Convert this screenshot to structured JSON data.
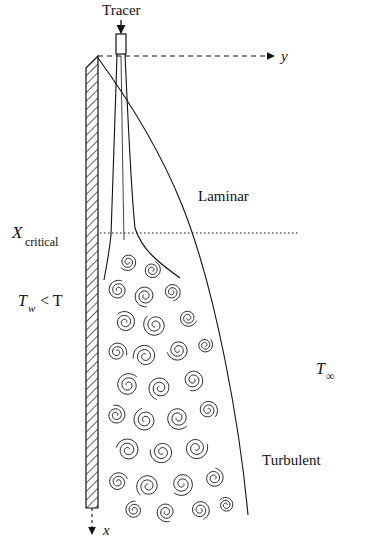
{
  "diagram": {
    "labels": [
      "Tracer",
      "y",
      "Laminar",
      "X",
      "critical",
      "T",
      "w",
      "< T",
      "T",
      "∞",
      "Turbulent",
      "x"
    ]
  }
}
